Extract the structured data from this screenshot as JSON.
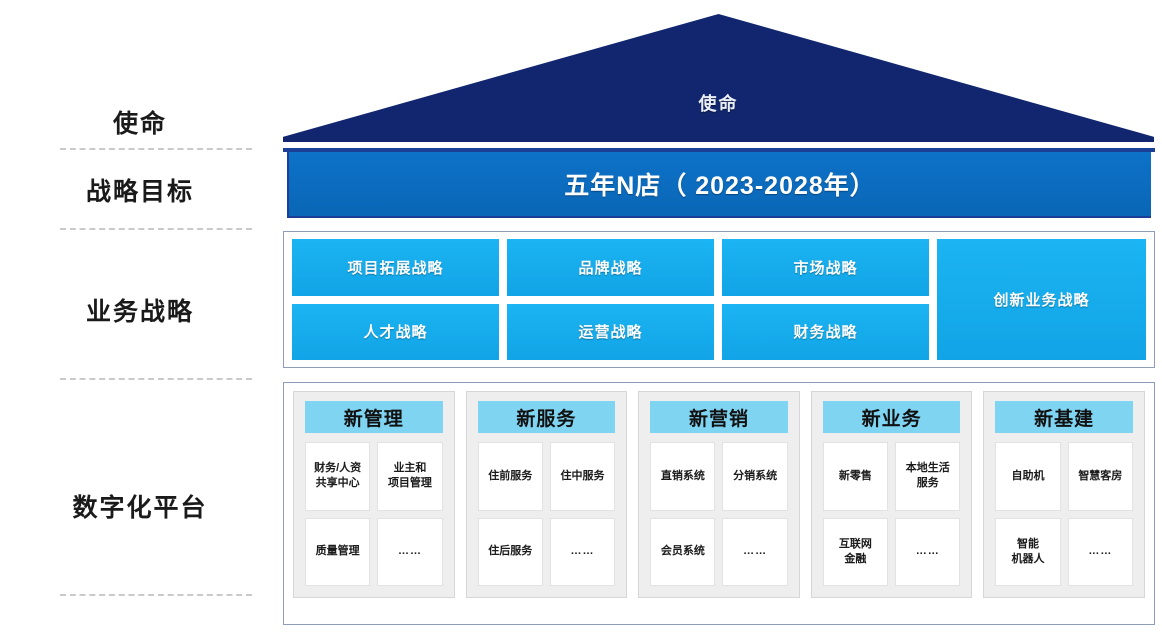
{
  "rows": {
    "mission_label": "使命",
    "goal_label": "战略目标",
    "business_label": "业务战略",
    "platform_label": "数字化平台"
  },
  "roof": {
    "text": "使命",
    "color": "#11266e"
  },
  "goal_bar": {
    "text": "五年N店（ 2023-2028年）",
    "color": "#0d72c8"
  },
  "business_strategy": {
    "accent": "#1cb4f2",
    "row1": [
      "项目拓展战略",
      "品牌战略",
      "市场战略"
    ],
    "row2": [
      "人才战略",
      "运营战略",
      "财务战略"
    ],
    "wide": "创新业务战略"
  },
  "platform": {
    "head_color": "#7fd4f2",
    "columns": [
      {
        "title": "新管理",
        "cells": [
          "财务/人资\n共享中心",
          "业主和\n项目管理",
          "质量管理",
          "……"
        ]
      },
      {
        "title": "新服务",
        "cells": [
          "住前服务",
          "住中服务",
          "住后服务",
          "……"
        ]
      },
      {
        "title": "新营销",
        "cells": [
          "直销系统",
          "分销系统",
          "会员系统",
          "……"
        ]
      },
      {
        "title": "新业务",
        "cells": [
          "新零售",
          "本地生活\n服务",
          "互联网\n金融",
          "……"
        ]
      },
      {
        "title": "新基建",
        "cells": [
          "自助机",
          "智慧客房",
          "智能\n机器人",
          "……"
        ]
      }
    ]
  }
}
